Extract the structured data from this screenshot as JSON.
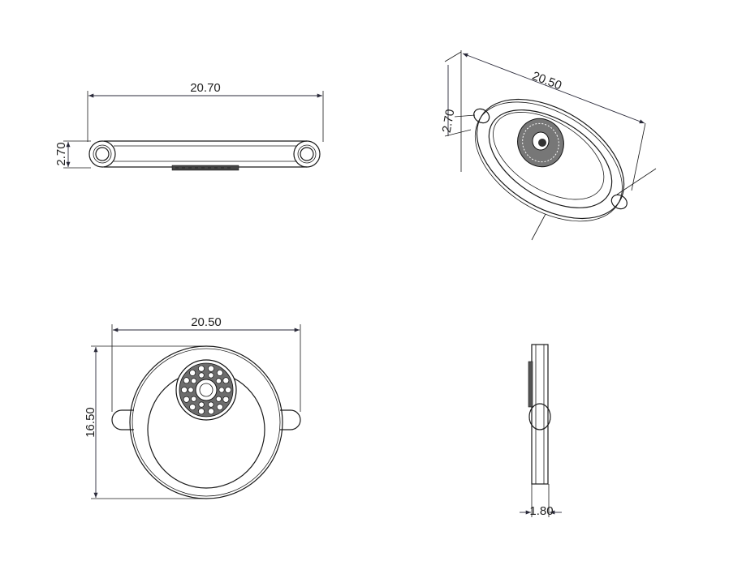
{
  "drawing": {
    "top_view": {
      "width_label": "20.70",
      "height_label": "2.70"
    },
    "iso_view": {
      "width_label": "20.50",
      "height_label": "2.70"
    },
    "front_view": {
      "width_label": "20.50",
      "height_label": "16.50"
    },
    "side_view": {
      "depth_label": "1.80"
    }
  }
}
